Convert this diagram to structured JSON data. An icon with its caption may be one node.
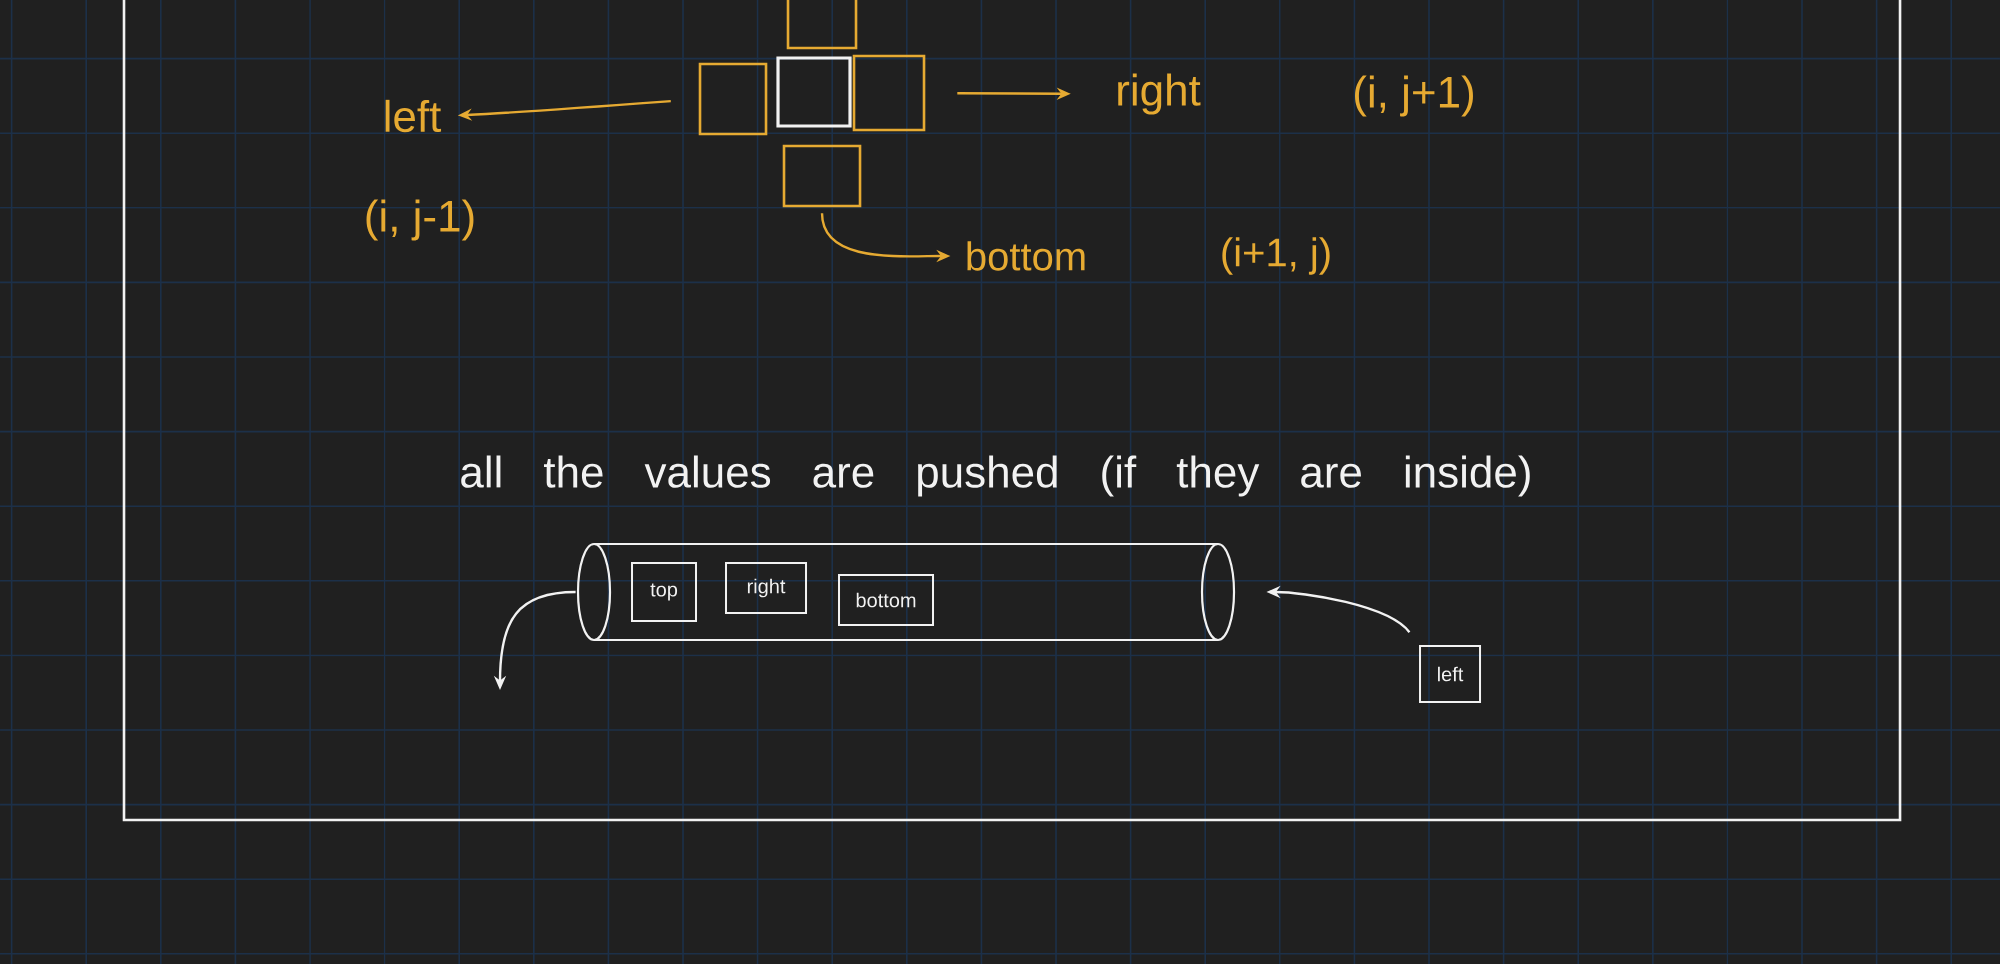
{
  "diagram": {
    "nodes": [
      {
        "text": [],
        "shape": "box"
      },
      {
        "text": [
          "left"
        ],
        "beside": [
          "(i, j-1)"
        ]
      },
      {
        "text": [],
        "shape": "box"
      },
      {
        "text": [],
        "shape": "box"
      },
      {
        "text": [],
        "shape": "box"
      },
      {
        "text": [
          "right"
        ],
        "beside": [
          "(i, j+1)"
        ]
      },
      {
        "text": [],
        "shape": "box"
      },
      {
        "text": [
          "bottom"
        ],
        "beside": [
          "(i+1, j)"
        ]
      },
      {
        "text": [],
        "shape": "cylinder"
      },
      {
        "text": [
          "top"
        ],
        "in": 8
      },
      {
        "text": [
          "right"
        ],
        "in": 8
      },
      {
        "text": [
          "bottom"
        ],
        "in": 8
      },
      {
        "text": [
          "left"
        ]
      }
    ],
    "edges": [
      {
        "from": 2,
        "to": 1,
        "arrow": "to"
      },
      {
        "from": 4,
        "to": 5,
        "arrow": "to"
      },
      {
        "from": 6,
        "to": 7,
        "arrow": "to"
      },
      {
        "from": 8,
        "to": null,
        "arrow": "to",
        "color": "#f2f2f2"
      },
      {
        "from": 12,
        "to": 8,
        "arrow": "to",
        "color": "#f2f2f2"
      }
    ],
    "labels": [
      "all the values are pushed (if they are inside)"
    ]
  }
}
